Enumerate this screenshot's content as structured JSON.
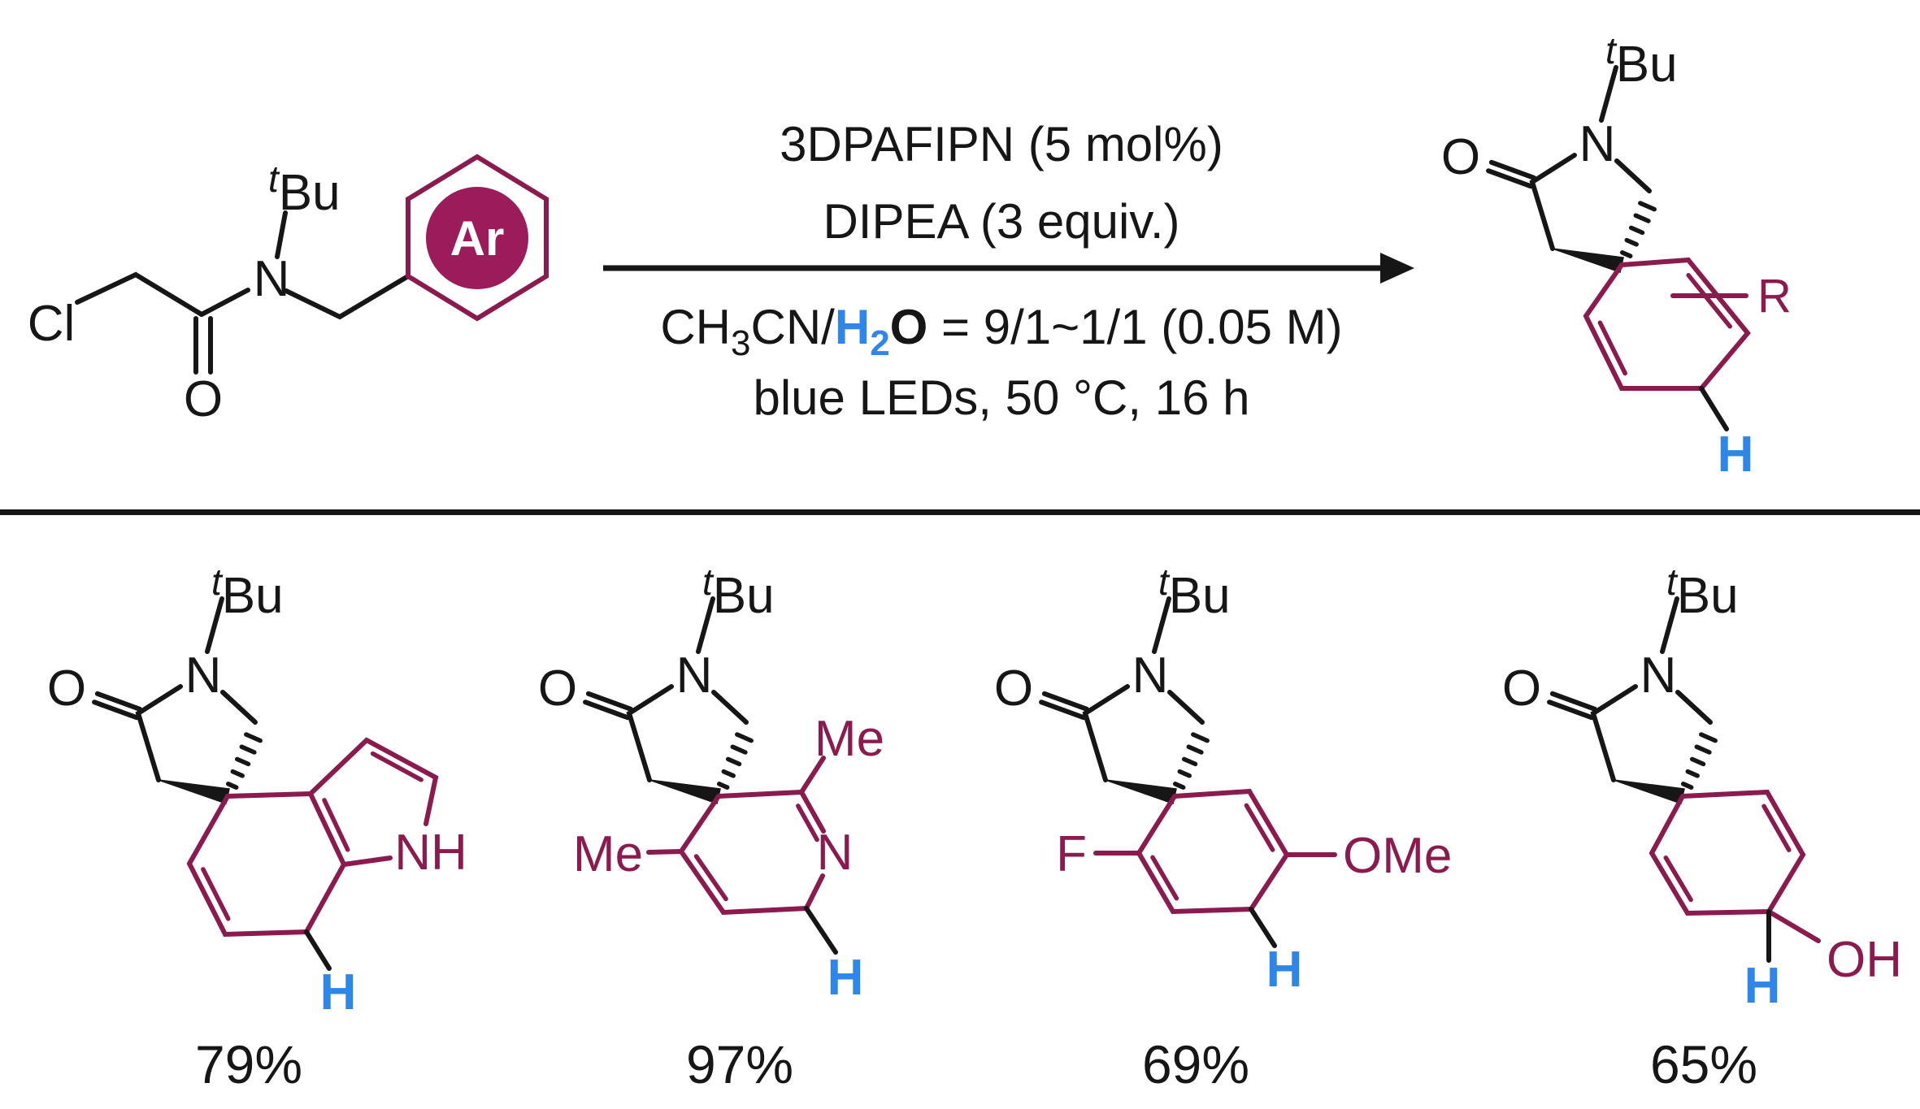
{
  "colors": {
    "maroon": "#8b1a4e",
    "disc": "#9c1b5a",
    "blue": "#2e86e8",
    "ink": "#161616"
  },
  "labels": {
    "cl": "Cl",
    "o": "O",
    "n": "N",
    "nh": "NH",
    "h": "H",
    "r": "R",
    "ar": "Ar",
    "tbu_sup": "t",
    "tbu_main": "Bu",
    "me": "Me",
    "f": "F",
    "ome": "OMe",
    "oh": "OH"
  },
  "conditions": {
    "line1": "3DPAFIPN (5 mol%)",
    "line2": "DIPEA (3 equiv.)",
    "solvent_pre": "CH",
    "solvent_sub": "3",
    "solvent_mid": "CN/",
    "water_h": "H",
    "water_sub": "2",
    "water_o": "O",
    "solvent_post": " = 9/1~1/1 (0.05 M)",
    "line4": "blue LEDs, 50 °C, 16 h"
  },
  "yields": [
    "79%",
    "97%",
    "69%",
    "65%"
  ]
}
